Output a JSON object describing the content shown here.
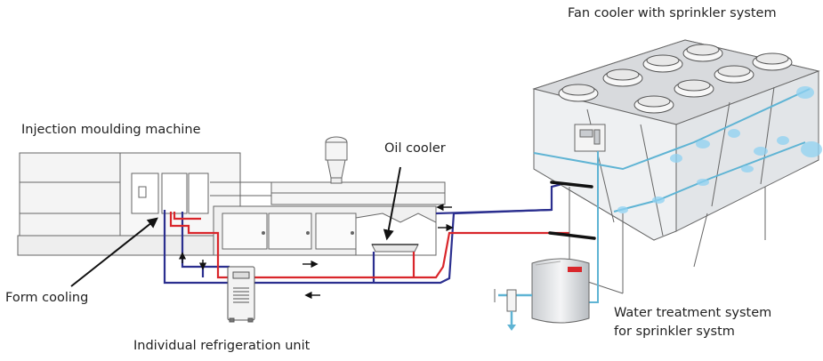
{
  "diagram": {
    "labels": {
      "fan_cooler": "Fan cooler with sprinkler system",
      "injection_machine": "Injection moulding machine",
      "oil_cooler": "Oil cooler",
      "form_cooling": "Form cooling",
      "refrigeration_unit": "Individual refrigeration unit",
      "water_treatment_line1": "Water treatment system",
      "water_treatment_line2": "for sprinkler systm"
    },
    "colors": {
      "hot_pipe": "#d9262b",
      "cold_pipe": "#2b2f8f",
      "sprinkler_pipe": "#5fb4d4",
      "spray": "#8fd2f2",
      "outline": "#555555",
      "machine_fill": "#f2f2f2",
      "cooler_fill": "#e6e8ea"
    },
    "components": [
      {
        "id": "injection-moulding-machine",
        "name": "Injection moulding machine"
      },
      {
        "id": "form-cooling",
        "name": "Form cooling"
      },
      {
        "id": "oil-cooler",
        "name": "Oil cooler"
      },
      {
        "id": "refrigeration-unit",
        "name": "Individual refrigeration unit"
      },
      {
        "id": "fan-cooler",
        "name": "Fan cooler with sprinkler system",
        "fan_count": 8
      },
      {
        "id": "water-treatment",
        "name": "Water treatment system for sprinkler systm"
      }
    ]
  }
}
